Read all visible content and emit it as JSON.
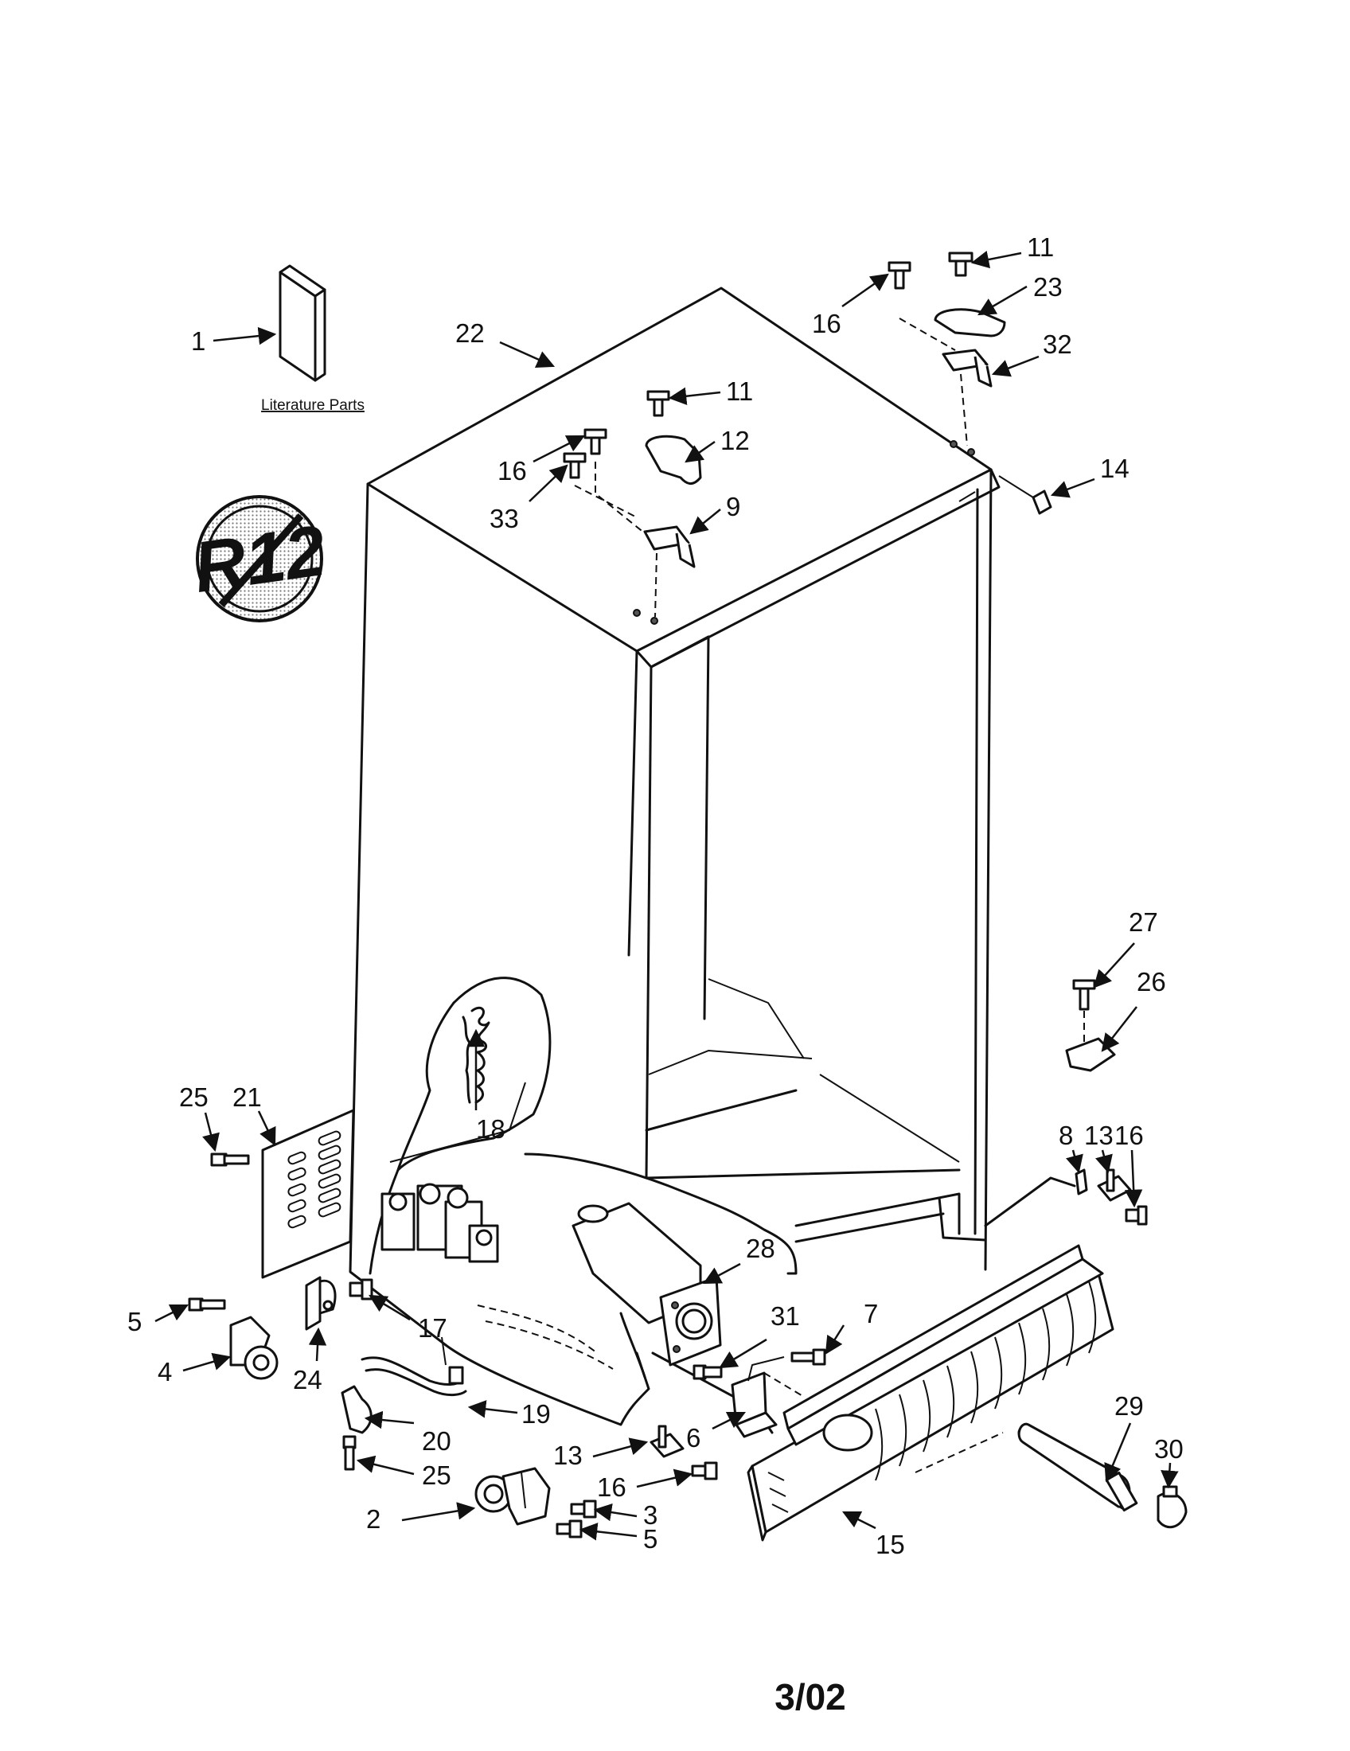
{
  "literature_label": "Literature Parts",
  "r12_symbol_text": "R12",
  "date_code": "3/02",
  "callouts": {
    "c1": "1",
    "c22": "22",
    "c16_top": "16",
    "c11_top": "11",
    "c23": "23",
    "c32": "32",
    "c11_mid": "11",
    "c12": "12",
    "c16_mid": "16",
    "c33": "33",
    "c9": "9",
    "c14": "14",
    "c27": "27",
    "c26": "26",
    "c25_left": "25",
    "c21": "21",
    "c18": "18",
    "c8": "8",
    "c13_right": "13",
    "c16_right": "16",
    "c28": "28",
    "c5_left": "5",
    "c4": "4",
    "c17": "17",
    "c31": "31",
    "c7": "7",
    "c24": "24",
    "c19": "19",
    "c20": "20",
    "c6": "6",
    "c13_bottom": "13",
    "c16_bottom": "16",
    "c25_bottom": "25",
    "c2": "2",
    "c3": "3",
    "c5_bottom": "5",
    "c29": "29",
    "c30": "30",
    "c15": "15"
  }
}
